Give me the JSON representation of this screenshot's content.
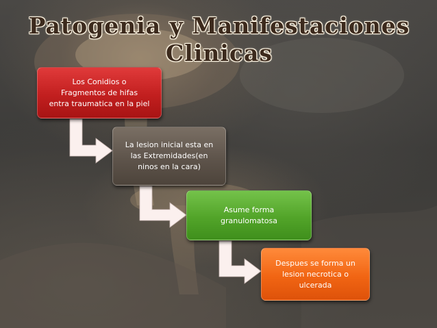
{
  "slide": {
    "title_lines": [
      "Patogenia y Manifestaciones",
      "Clinicas"
    ]
  },
  "process": {
    "steps": [
      {
        "lines": [
          "Los  Conidios o",
          "Fragmentos de  hifas",
          "entra traumatica en la piel"
        ],
        "color": "#c21f1f"
      },
      {
        "lines": [
          "La lesion inicial esta en",
          "las Extremidades(en",
          "ninos en la cara)"
        ],
        "color": "#5e544b"
      },
      {
        "lines": [
          "Asume forma",
          "granulomatosa"
        ],
        "color": "#52a429"
      },
      {
        "lines": [
          "Despues se forma un",
          "lesion necrotica o",
          "ulcerada"
        ],
        "color": "#f16513"
      }
    ]
  },
  "colors": {
    "title_text": "#3c2a1d",
    "arrow_fill": "#fbf0ee"
  }
}
